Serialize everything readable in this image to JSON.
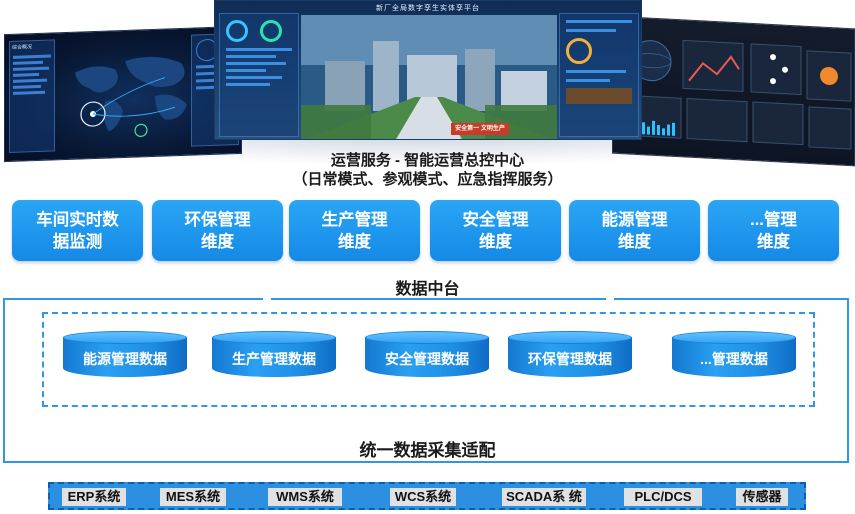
{
  "screens": {
    "center_title": "新厂全局数字孪生实体孪平台",
    "center_banner": "安全第一 文明生产",
    "left_header": "综合概况",
    "right_header": ""
  },
  "operations": {
    "title": "运营服务 - 智能运营总控中心",
    "subtitle": "（日常模式、参观模式、应急指挥服务）"
  },
  "modules": [
    {
      "line1": "车间实时数",
      "line2": "据监测"
    },
    {
      "line1": "环保管理",
      "line2": "维度"
    },
    {
      "line1": "生产管理",
      "line2": "维度"
    },
    {
      "line1": "安全管理",
      "line2": "维度"
    },
    {
      "line1": "能源管理",
      "line2": "维度"
    },
    {
      "line1": "...管理",
      "line2": "维度"
    }
  ],
  "data_hub": {
    "title": "数据中台",
    "stores": [
      "能源管理数据",
      "生产管理数据",
      "安全管理数据",
      "环保管理数据",
      "...管理数据"
    ]
  },
  "collection": {
    "title": "统一数据采集适配",
    "systems": [
      "ERP系统",
      "MES系统",
      "WMS系统",
      "WCS系统",
      "SCADA系 统",
      "PLC/DCS",
      "传感器"
    ]
  },
  "colors": {
    "module_blue": "#1e96ec",
    "frame_blue": "#2f97e8",
    "system_bar": "#2d8fe0",
    "chip_gray": "#dfe1e4"
  }
}
